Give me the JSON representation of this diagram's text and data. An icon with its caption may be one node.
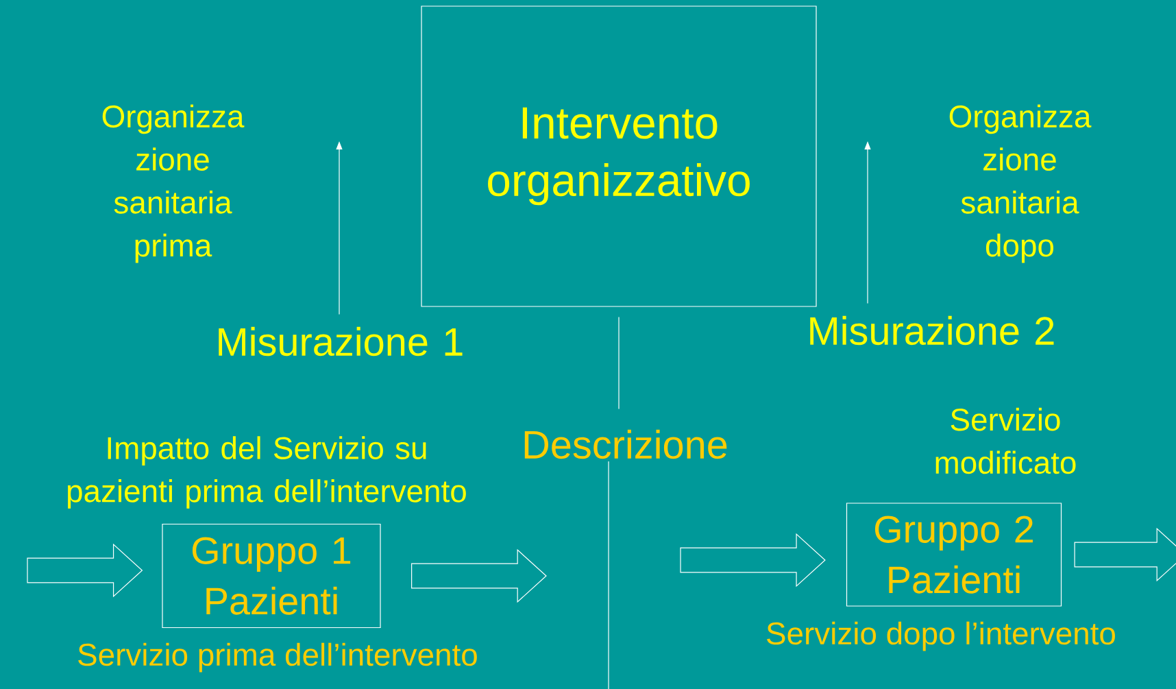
{
  "diagram": {
    "nodes": [
      {
        "text": [
          "Intervento organizzativo"
        ]
      },
      {
        "text": [
          "Misurazione 1"
        ]
      },
      {
        "text": [
          "Misurazione 2"
        ]
      },
      {
        "text": [
          "Descrizione"
        ]
      },
      {
        "text": [
          "Gruppo 1 Pazienti"
        ],
        "beside": [
          "Servizio prima dell’intervento"
        ]
      },
      {
        "text": [
          "Gruppo 2 Pazienti"
        ],
        "beside": [
          "Servizio dopo l’intervento"
        ]
      }
    ],
    "edges": [
      {
        "from": 1,
        "to": null,
        "arrow": "to"
      },
      {
        "from": 2,
        "to": null,
        "arrow": "to"
      },
      {
        "from": 0,
        "to": 3,
        "arrow": "none"
      },
      {
        "from": null,
        "to": 4,
        "arrow": "to",
        "style": "thick"
      },
      {
        "from": 4,
        "to": null,
        "arrow": "to",
        "style": "thick"
      },
      {
        "from": null,
        "to": 5,
        "arrow": "to",
        "style": "thick"
      },
      {
        "from": 5,
        "to": null,
        "arrow": "to",
        "style": "thick"
      }
    ],
    "labels": [
      "Organizza zione sanitaria prima",
      "Organizza zione sanitaria dopo",
      "Impatto del Servizio su pazienti prima dell’intervento",
      "Servizio modificato"
    ]
  }
}
